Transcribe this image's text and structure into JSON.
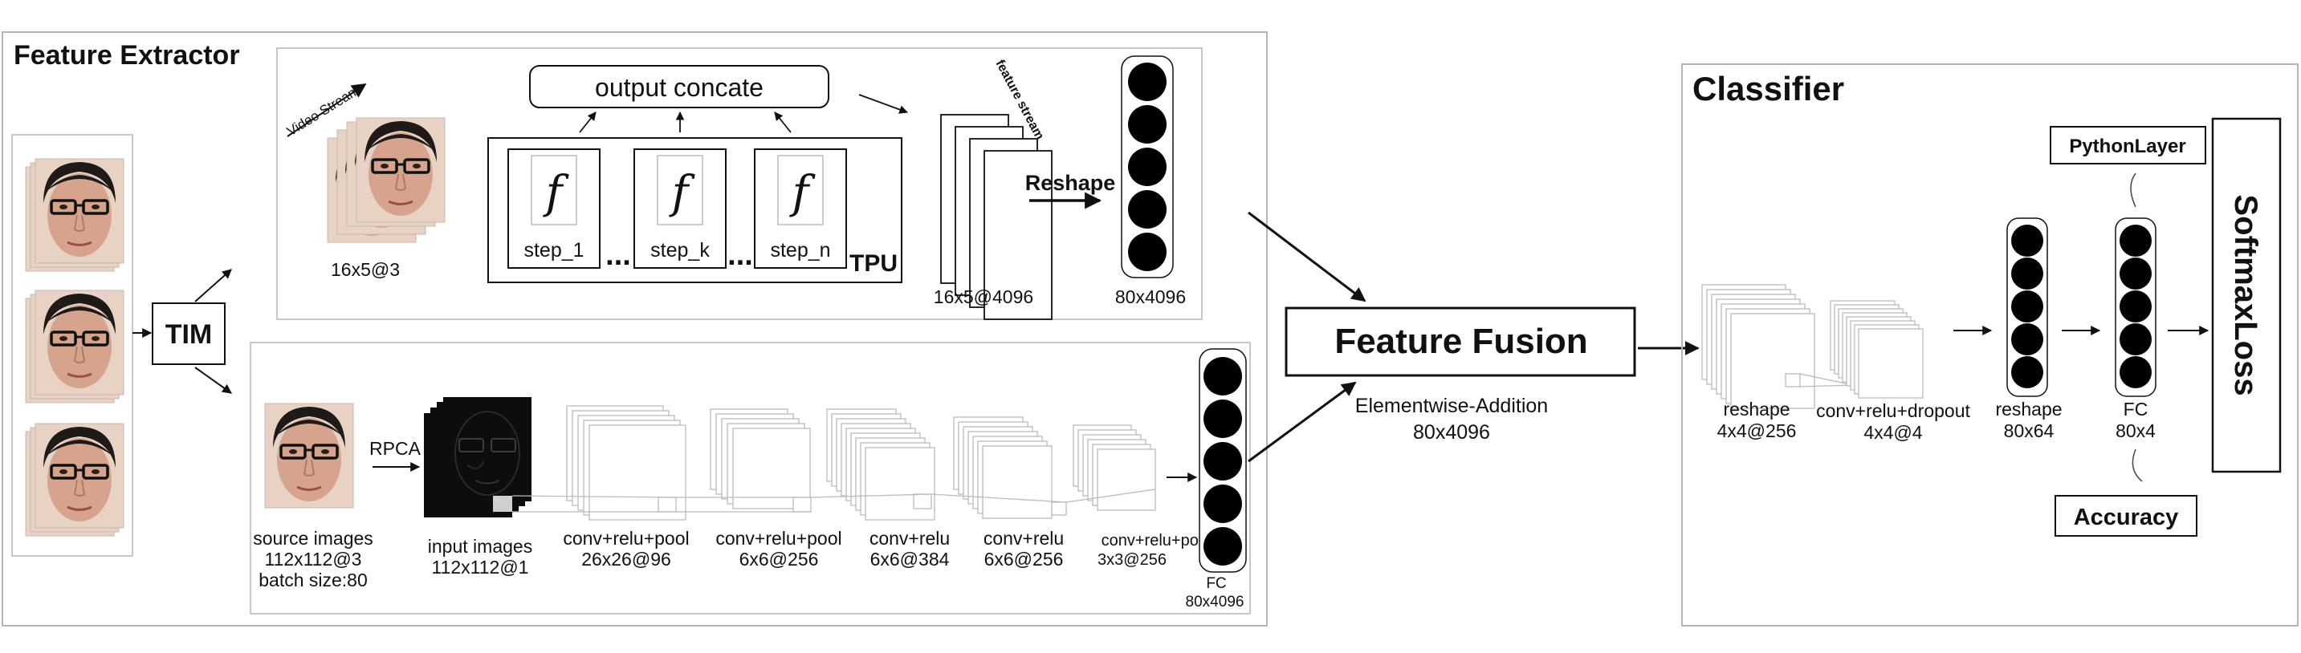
{
  "feature_extractor": {
    "title": "Feature Extractor",
    "tim_label": "TIM",
    "video_stream_label": "Video Stream",
    "video_dims": "16x5@3",
    "output_concate_label": "output concate",
    "f_symbol": "f",
    "steps": [
      "step_1",
      "step_k",
      "step_n"
    ],
    "ellipsis": "...",
    "tpu_label": "TPU",
    "feature_stream_label": "feature stream",
    "feature_stream_dims": "16x5@4096",
    "reshape_label": "Reshape",
    "vector_dims": "80x4096",
    "rpca_label": "RPCA",
    "source_caption": [
      "source images",
      "112x112@3",
      "batch size:80"
    ],
    "input_caption": [
      "input images",
      "112x112@1"
    ],
    "conv_layers": [
      {
        "name": "conv+relu+pool",
        "dims": "26x26@96"
      },
      {
        "name": "conv+relu+pool",
        "dims": "6x6@256"
      },
      {
        "name": "conv+relu",
        "dims": "6x6@384"
      },
      {
        "name": "conv+relu",
        "dims": "6x6@256"
      },
      {
        "name": "conv+relu+pool",
        "dims": "3x3@256"
      }
    ],
    "fc_caption": [
      "FC",
      "80x4096"
    ]
  },
  "fusion": {
    "title": "Feature Fusion",
    "subtitle": "Elementwise-Addition",
    "dims": "80x4096"
  },
  "classifier": {
    "title": "Classifier",
    "reshape1": [
      "reshape",
      "4x4@256"
    ],
    "conv": [
      "conv+relu+dropout",
      "4x4@4"
    ],
    "reshape2": [
      "reshape",
      "80x64"
    ],
    "fc": [
      "FC",
      "80x4"
    ],
    "python_layer": "PythonLayer",
    "accuracy": "Accuracy",
    "softmax": "SoftmaxLoss"
  },
  "colors": {
    "line": "#111111",
    "panel_border": "#b5b5b5",
    "skin": "#d7a58f",
    "skin_dark": "#b98269",
    "hair": "#1e1a18",
    "dark_image": "#0d0d0d"
  }
}
